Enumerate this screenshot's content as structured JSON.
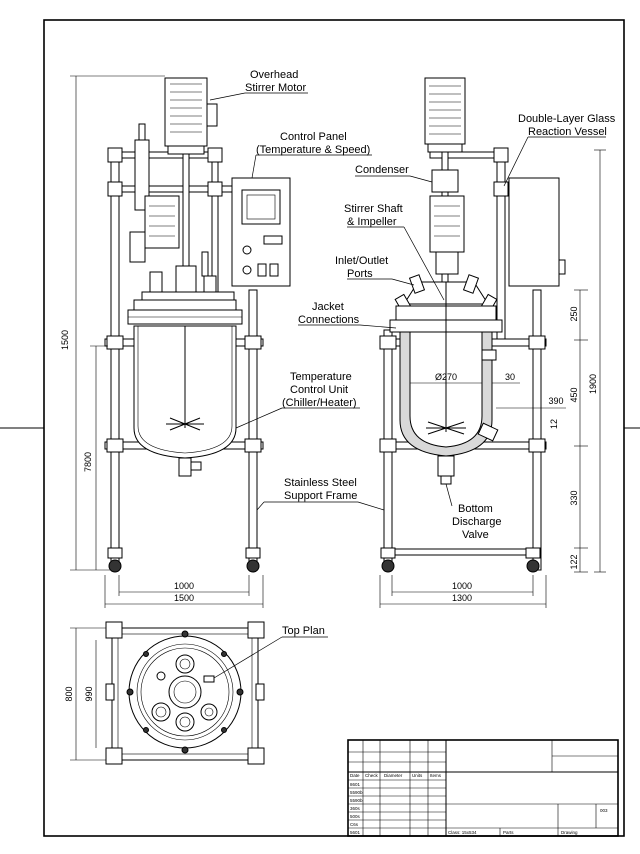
{
  "labels": {
    "overhead_motor": [
      "Overhead",
      "Stirrer Motor"
    ],
    "control_panel": [
      "Control Panel",
      "(Temperature & Speed)"
    ],
    "reaction_vessel": [
      "Double-Layer Glass",
      "Reaction Vessel"
    ],
    "condenser": "Condenser",
    "stirrer_shaft": [
      "Stirrer Shaft",
      "& Impeller"
    ],
    "inlet_outlet": [
      "Inlet/Outlet",
      "Ports"
    ],
    "jacket": [
      "Jacket",
      "Connections"
    ],
    "temperature_unit": [
      "Temperature",
      "Control Unit",
      "(Chiller/Heater)"
    ],
    "support_frame": [
      "Stainless Steel",
      "Support Frame"
    ],
    "discharge_valve": [
      "Bottom",
      "Discharge",
      "Valve"
    ],
    "top_plan": "Top Plan"
  },
  "dimensions": {
    "left_height": "1500",
    "left_inner_height": "7800",
    "left_frame_inner_width": "1000",
    "left_total_width": "1500",
    "right_inner_width": "1000",
    "right_total_width": "1300",
    "vessel_diameter": "Ø270",
    "jacket_gap": "30",
    "right_total_height": "1900",
    "right_segment_top": "250",
    "right_segment_mid": "450",
    "right_segment_low": "330",
    "right_segment_bottom": "122",
    "side_offset": "390",
    "small_dim": "12",
    "plan_outer": "800",
    "plan_inner": "990"
  },
  "title_block": {
    "header_cols": [
      "Date",
      "Check",
      "Diameter",
      "Units",
      "Items"
    ],
    "row_labels": [
      "8601",
      "5590b",
      "5590b",
      "360s",
      "500s",
      "C6s",
      "5601"
    ],
    "class_text": "Class: 15x534",
    "parts_text": "Parts",
    "drawing_text": "Drawing",
    "sheet_no": "003"
  }
}
